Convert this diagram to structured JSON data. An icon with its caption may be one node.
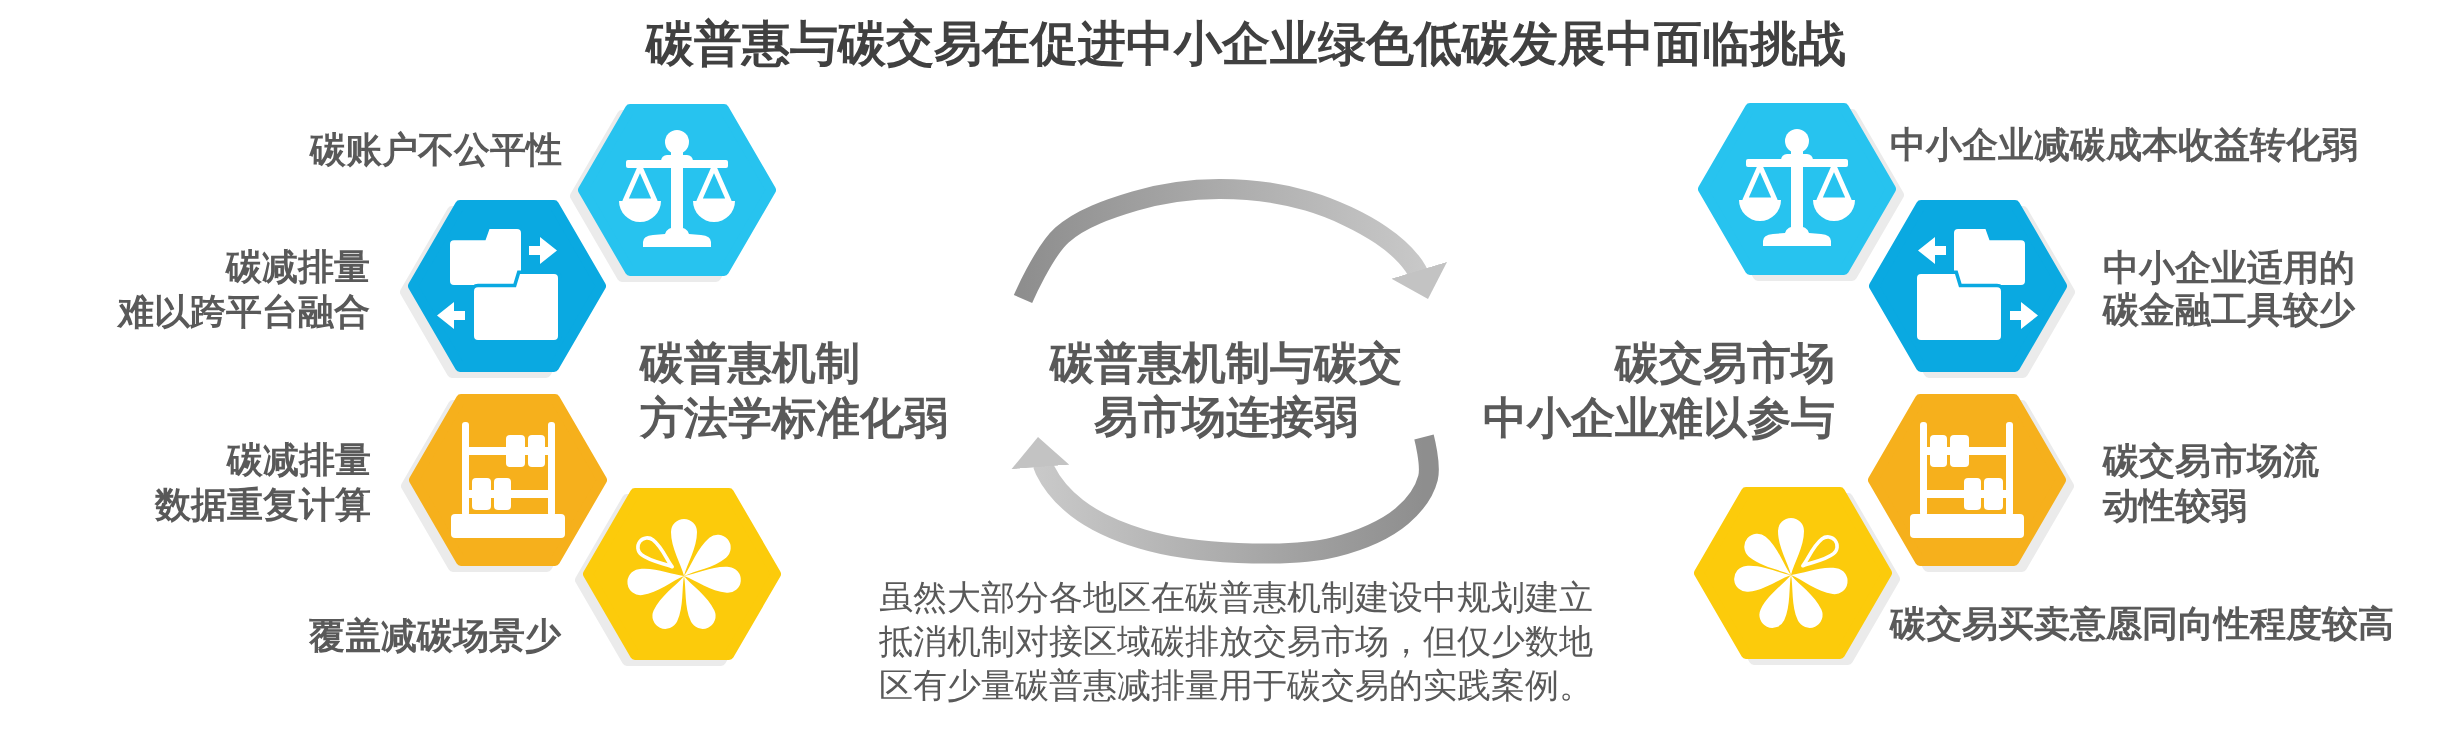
{
  "diagram": {
    "title": "碳普惠与碳交易在促进中小企业绿色低碳发展中面临挑战",
    "nodes": [
      {
        "text": [
          "碳普惠机制",
          "方法学标准化弱"
        ]
      },
      {
        "text": [
          "碳交易市场",
          "中小企业难以参与"
        ]
      }
    ],
    "edges": [
      {
        "from": 0,
        "to": 1,
        "arrow": "to"
      },
      {
        "from": 1,
        "to": 0,
        "arrow": "to"
      }
    ],
    "labels": [
      "碳账户不公平性",
      "碳减排量难以跨平台融合",
      "碳减排量数据重复计算",
      "覆盖减碳场景少",
      "碳普惠机制与碳交易市场连接弱",
      "虽然大部分各地区在碳普惠机制建设中规划建立抵消机制对接区域碳排放交易市场，但仅少数地区有少量碳普惠减排量用于碳交易的实践案例。",
      "中小企业减碳成本收益转化弱",
      "中小企业适用的碳金融工具较少",
      "碳交易市场流动性较弱",
      "碳交易买卖意愿同向性程度较高"
    ]
  }
}
